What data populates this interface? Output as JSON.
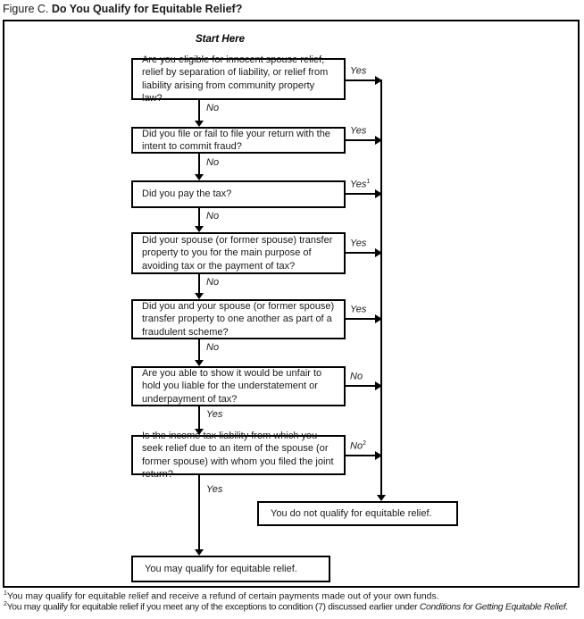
{
  "title": {
    "prefix": "Figure C. ",
    "bold": "Do You Qualify for Equitable Relief?"
  },
  "start_label": "Start Here",
  "questions": [
    {
      "text": "Are you eligible for innocent spouse relief, relief by separation of liability, or relief from liability arising from community property law?",
      "side_label": "Yes",
      "down_label": "No"
    },
    {
      "text": "Did you file or fail to file your return with the intent to commit fraud?",
      "side_label": "Yes",
      "down_label": "No"
    },
    {
      "text": "Did you pay the tax?",
      "side_label": "Yes",
      "side_sup": "1",
      "down_label": "No"
    },
    {
      "text": "Did your spouse (or former spouse) transfer property to you for the main purpose of avoiding tax or the payment of tax?",
      "side_label": "Yes",
      "down_label": "No"
    },
    {
      "text": "Did you and your spouse (or former spouse) transfer property to one another as part of a fraudulent scheme?",
      "side_label": "Yes",
      "down_label": "No"
    },
    {
      "text": "Are you able to show it would be unfair to hold you liable for the understatement or underpayment of tax?",
      "side_label": "No",
      "down_label": "Yes"
    },
    {
      "text": "Is the income tax liability from which you seek relief due to an item of the spouse (or former spouse) with whom you filed the joint return?",
      "side_label": "No",
      "side_sup": "2",
      "down_label": "Yes"
    }
  ],
  "outcomes": {
    "negative": "You do not qualify for equitable relief.",
    "positive": "You may qualify for equitable relief."
  },
  "footnotes": [
    {
      "marker": "1",
      "text": "You may qualify for equitable relief and receive a refund of certain payments made out of your own funds.",
      "italic": ""
    },
    {
      "marker": "2",
      "text": "You may qualify for equitable relief if you meet any of the exceptions to condition (7) discussed earlier under ",
      "italic": "Conditions for Getting Equitable Relief."
    }
  ]
}
